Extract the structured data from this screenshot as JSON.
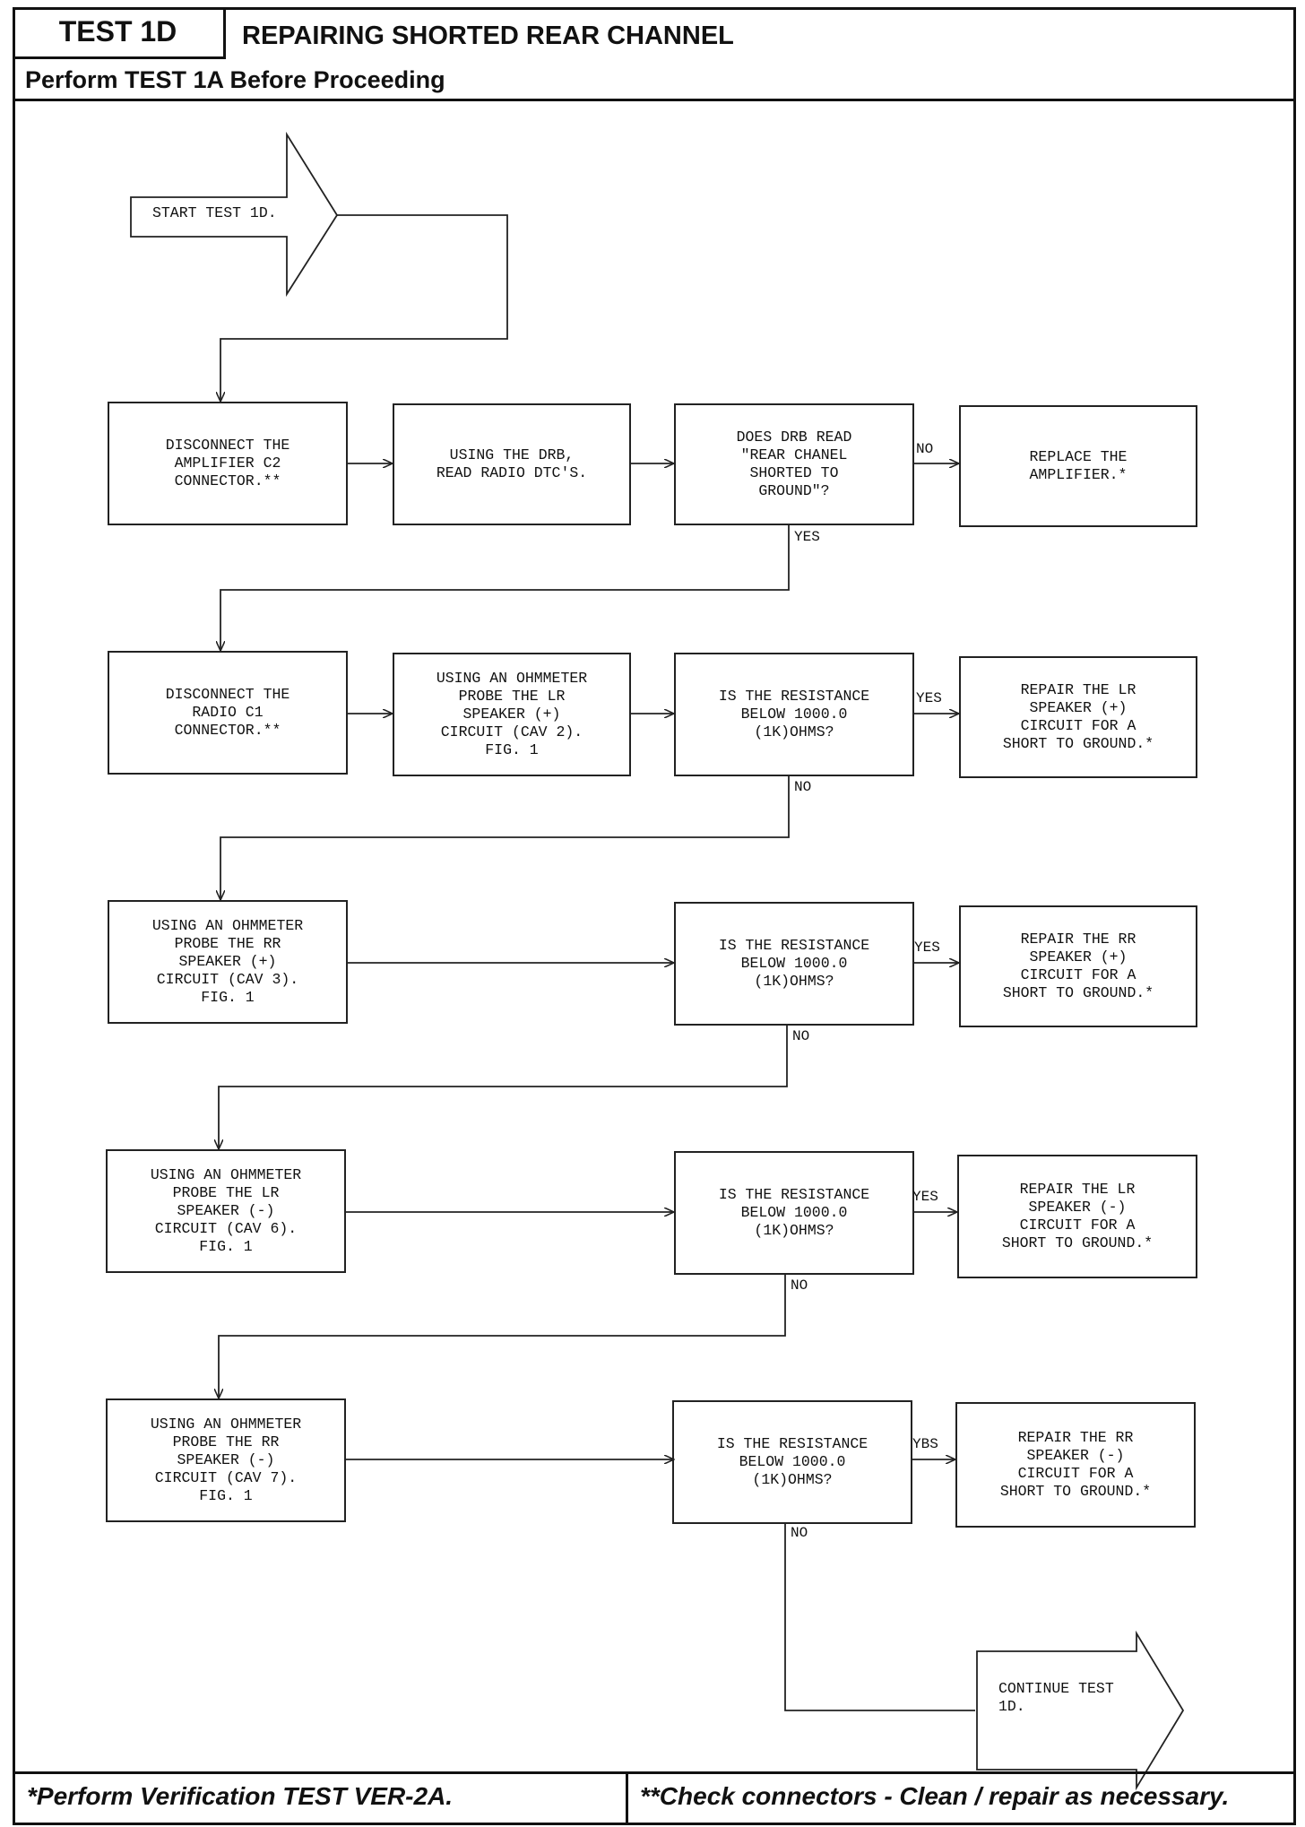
{
  "header": {
    "test_id": "TEST 1D",
    "title": "REPAIRING SHORTED REAR CHANNEL",
    "prereq": "Perform TEST 1A Before Proceeding"
  },
  "start": "START TEST 1D.",
  "row1": {
    "step1": "DISCONNECT THE\nAMPLIFIER C2\nCONNECTOR.**",
    "step2": "USING THE DRB,\nREAD RADIO DTC'S.",
    "question": "DOES DRB READ\n\"REAR CHANEL\nSHORTED TO\nGROUND\"?",
    "result": "REPLACE THE\nAMPLIFIER.*"
  },
  "row2": {
    "step1": "DISCONNECT THE\nRADIO C1\nCONNECTOR.**",
    "step2": "USING AN OHMMETER\nPROBE THE LR\nSPEAKER (+)\nCIRCUIT (CAV 2).\nFIG. 1",
    "question": "IS THE RESISTANCE\nBELOW 1000.0\n(1K)OHMS?",
    "result": "REPAIR THE LR\nSPEAKER (+)\nCIRCUIT FOR A\nSHORT TO GROUND.*"
  },
  "row3": {
    "step": "USING AN OHMMETER\nPROBE THE RR\nSPEAKER (+)\nCIRCUIT (CAV 3).\nFIG. 1",
    "question": "IS THE RESISTANCE\nBELOW 1000.0\n(1K)OHMS?",
    "result": "REPAIR THE RR\nSPEAKER (+)\nCIRCUIT FOR A\nSHORT TO GROUND.*"
  },
  "row4": {
    "step": "USING AN OHMMETER\nPROBE THE LR\nSPEAKER (-)\nCIRCUIT (CAV 6).\nFIG. 1",
    "question": "IS THE RESISTANCE\nBELOW 1000.0\n(1K)OHMS?",
    "result": "REPAIR THE LR\nSPEAKER (-)\nCIRCUIT FOR A\nSHORT TO GROUND.*"
  },
  "row5": {
    "step": "USING AN OHMMETER\nPROBE THE RR\nSPEAKER (-)\nCIRCUIT (CAV 7).\nFIG. 1",
    "question": "IS THE RESISTANCE\nBELOW 1000.0\n(1K)OHMS?",
    "result": "REPAIR THE RR\nSPEAKER (-)\nCIRCUIT FOR A\nSHORT TO GROUND.*"
  },
  "end": "CONTINUE TEST\n1D.",
  "labels": {
    "no": "NO",
    "yes": "YES",
    "yes_alt": "YBS"
  },
  "footer": {
    "left": "*Perform Verification TEST VER-2A.",
    "right": "**Check connectors - Clean / repair as necessary."
  }
}
